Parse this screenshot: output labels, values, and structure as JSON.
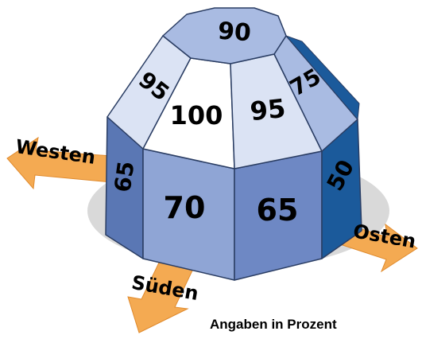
{
  "directions": {
    "west": "Westen",
    "east": "Osten",
    "south": "Süden"
  },
  "faces": {
    "top": "90",
    "upper_left": "95",
    "upper_front_left": "100",
    "upper_front_right": "95",
    "upper_right": "75",
    "lower_left": "65",
    "lower_front_left": "70",
    "lower_front_right": "65",
    "lower_right": "50"
  },
  "caption": "Angaben in Prozent",
  "colors": {
    "arrow": "#f4aa52",
    "face_light": "#dbe3f4",
    "face_mid": "#a9bbe2",
    "face_blue": "#8fa5d5",
    "face_dark": "#5a77b4",
    "face_darkest": "#1b5a9b",
    "outline": "#2a3d63",
    "shadow": "#d9d9d9"
  }
}
